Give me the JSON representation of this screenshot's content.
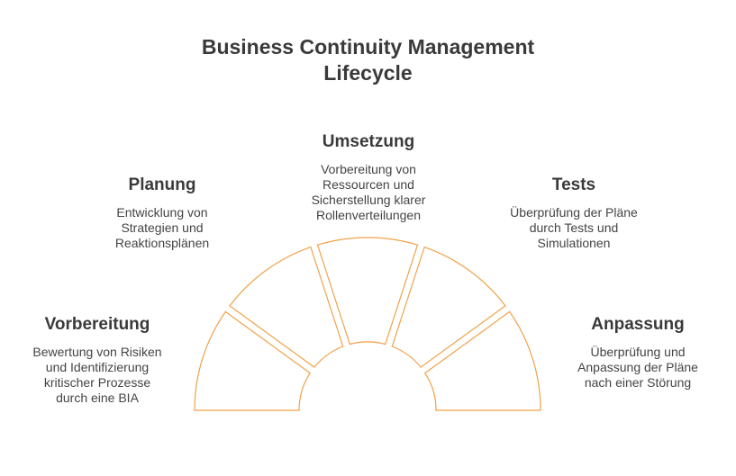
{
  "title_line1": "Business Continuity Management",
  "title_line2": "Lifecycle",
  "stages": [
    {
      "name": "Vorbereitung",
      "lines": [
        "Bewertung von Risiken",
        "und Identifizierung",
        "kritischer Prozesse",
        "durch eine BIA"
      ]
    },
    {
      "name": "Planung",
      "lines": [
        "Entwicklung von",
        "Strategien und",
        "Reaktionsplänen"
      ]
    },
    {
      "name": "Umsetzung",
      "lines": [
        "Vorbereitung von",
        "Ressourcen und",
        "Sicherstellung klarer",
        "Rollenverteilungen"
      ]
    },
    {
      "name": "Tests",
      "lines": [
        "Überprüfung der Pläne",
        "durch Tests und",
        "Simulationen"
      ]
    },
    {
      "name": "Anpassung",
      "lines": [
        "Überprüfung und",
        "Anpassung der Pläne",
        "nach einer Störung"
      ]
    }
  ],
  "colors": {
    "segment_stroke": "#f0a24a",
    "text": "#3d3d3d"
  }
}
